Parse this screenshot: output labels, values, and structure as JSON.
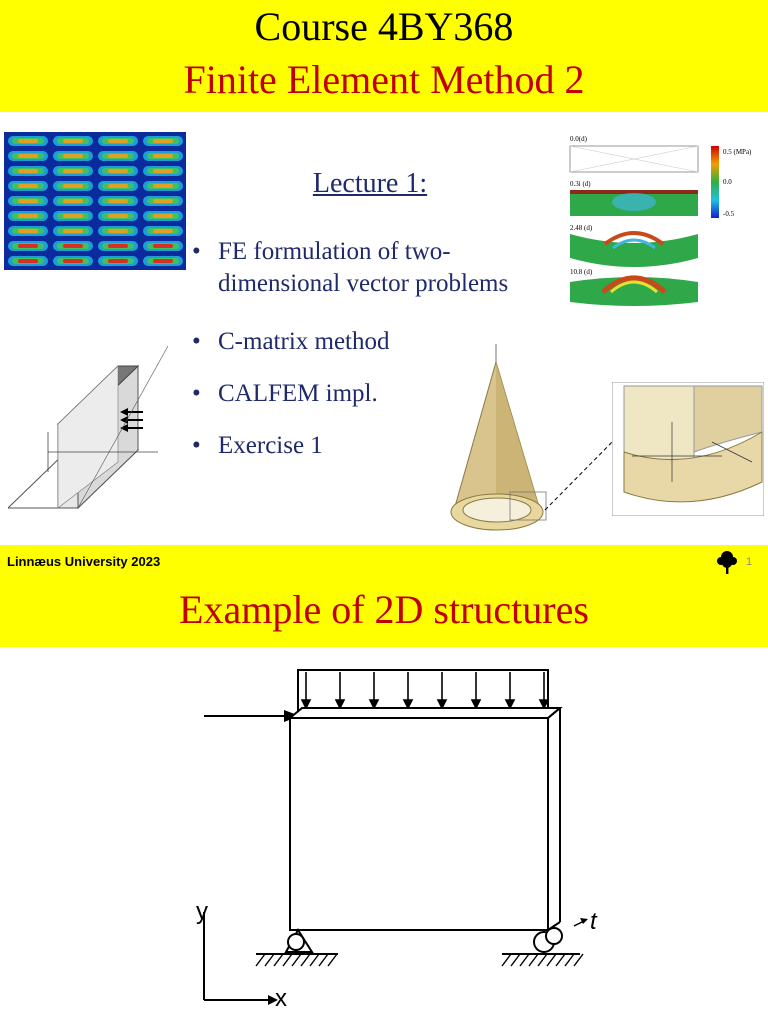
{
  "slide1": {
    "course": "Course 4BY368",
    "title": "Finite Element Method 2",
    "lecture_heading": "Lecture 1:",
    "bullets": [
      {
        "marker": "•",
        "line1": "FE formulation of two-",
        "line2": "dimensional vector problems"
      },
      {
        "marker": "•",
        "line1": "C-matrix method"
      },
      {
        "marker": "•",
        "line1": "CALFEM impl."
      },
      {
        "marker": "•",
        "line1": "Exercise 1"
      }
    ],
    "contour_labels": {
      "times": [
        "0.0(d)",
        "0.3i (d)",
        "2.48 (d)",
        "10.8 (d)"
      ],
      "scale": [
        "0.5 (MPa)",
        "0.0",
        "-0.5"
      ]
    },
    "footer": {
      "university": "Linnæus University 2023",
      "page": "1"
    }
  },
  "slide2": {
    "title": "Example of 2D structures",
    "axis_y": "y",
    "axis_x": "x",
    "thickness": "t"
  },
  "colors": {
    "header_yellow": "#ffff00",
    "title_red": "#c00000",
    "bullet_navy": "#1f2a6b"
  }
}
